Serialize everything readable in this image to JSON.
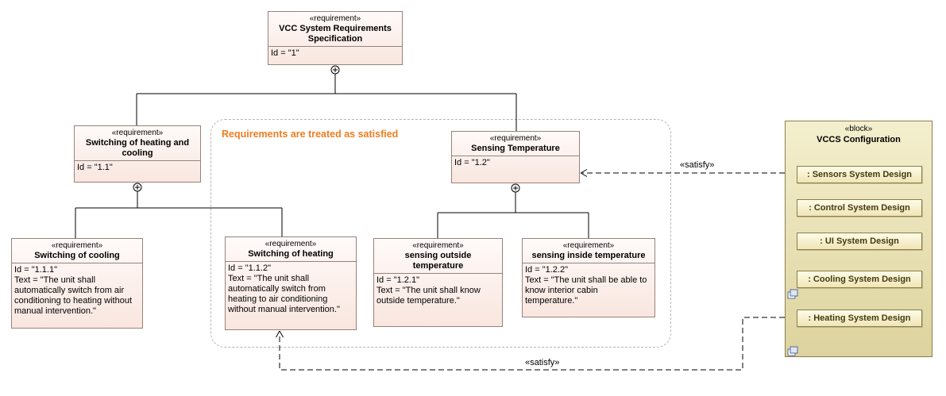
{
  "diagram": {
    "note": "Requirements are treated as satisfied",
    "satisfy_label": "«satisfy»",
    "colors": {
      "note_orange": "#ee7d1f",
      "requirement_fill": "#f9e6df",
      "block_fill": "#e8dfae"
    }
  },
  "requirements": {
    "root": {
      "stereotype": "«requirement»",
      "name": "VCC System Requirements Specification",
      "id_line": "Id = \"1\""
    },
    "heating_cooling": {
      "stereotype": "«requirement»",
      "name": "Switching of heating and cooling",
      "id_line": "Id = \"1.1\""
    },
    "sensing_temp": {
      "stereotype": "«requirement»",
      "name": "Sensing Temperature",
      "id_line": "Id = \"1.2\""
    },
    "switching_cooling": {
      "stereotype": "«requirement»",
      "name": "Switching of cooling",
      "id_line": "Id = \"1.1.1\"",
      "text_line": "Text = \"The unit shall automatically switch from air conditioning to heating without manual intervention.\""
    },
    "switching_heating": {
      "stereotype": "«requirement»",
      "name": "Switching of heating",
      "id_line": "Id = \"1.1.2\"",
      "text_line": "Text = \"The unit shall automatically switch from heating to air conditioning without manual intervention.\""
    },
    "sensing_outside": {
      "stereotype": "«requirement»",
      "name": "sensing outside temperature",
      "id_line": "Id = \"1.2.1\"",
      "text_line": "Text = \"The unit shall know outside temperature.\""
    },
    "sensing_inside": {
      "stereotype": "«requirement»",
      "name": "sensing inside temperature",
      "id_line": "Id = \"1.2.2\"",
      "text_line": "Text = \"The unit shall be able to know interior cabin temperature.\""
    }
  },
  "block": {
    "stereotype": "«block»",
    "name": "VCCS Configuration",
    "parts": [
      {
        "label": ": Sensors System Design"
      },
      {
        "label": ": Control System Design"
      },
      {
        "label": ": UI System Design"
      },
      {
        "label": ": Cooling System Design"
      },
      {
        "label": ": Heating System Design"
      }
    ]
  }
}
